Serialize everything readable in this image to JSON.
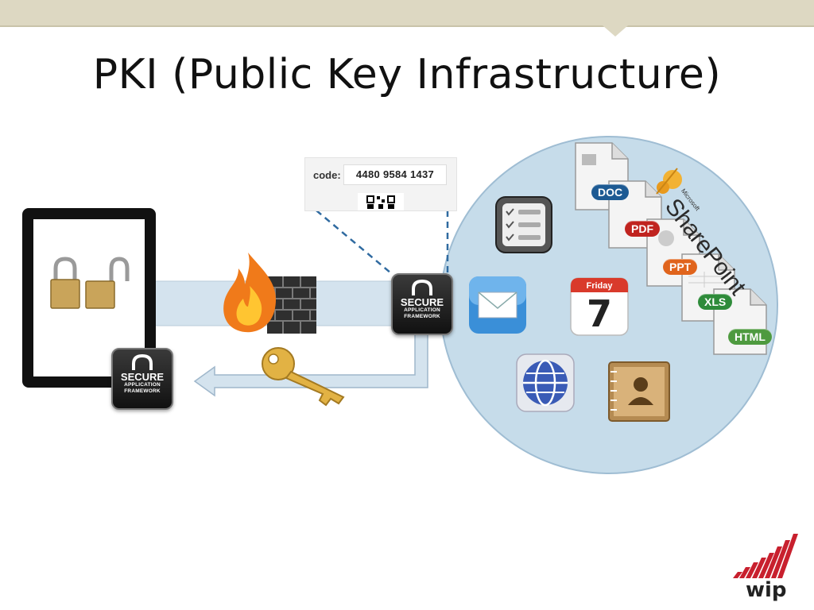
{
  "slide": {
    "title": "PKI (Public Key Infrastructure)"
  },
  "code_panel": {
    "label": "code:",
    "value": "4480 9584 1437"
  },
  "secure_badge": {
    "line1": "SECURE",
    "line2": "APPLICATION",
    "line3": "FRAMEWORK"
  },
  "documents": [
    {
      "label": "DOC",
      "color": "#1d5a93"
    },
    {
      "label": "PDF",
      "color": "#c0231f"
    },
    {
      "label": "PPT",
      "color": "#e0641c"
    },
    {
      "label": "XLS",
      "color": "#2e8b3a"
    },
    {
      "label": "HTML",
      "color": "#4e9a3f"
    }
  ],
  "sharepoint": {
    "small": "Microsoft",
    "big": "SharePoint"
  },
  "calendar": {
    "day": "Friday",
    "date": "7"
  },
  "logo": {
    "text": "wip"
  },
  "colors": {
    "channel": "#d4e3ee",
    "cloud": "#c6dcea",
    "header_band": "#ddd8c2",
    "logo_red": "#c8202e",
    "dashed_line": "#2f6aa0"
  }
}
